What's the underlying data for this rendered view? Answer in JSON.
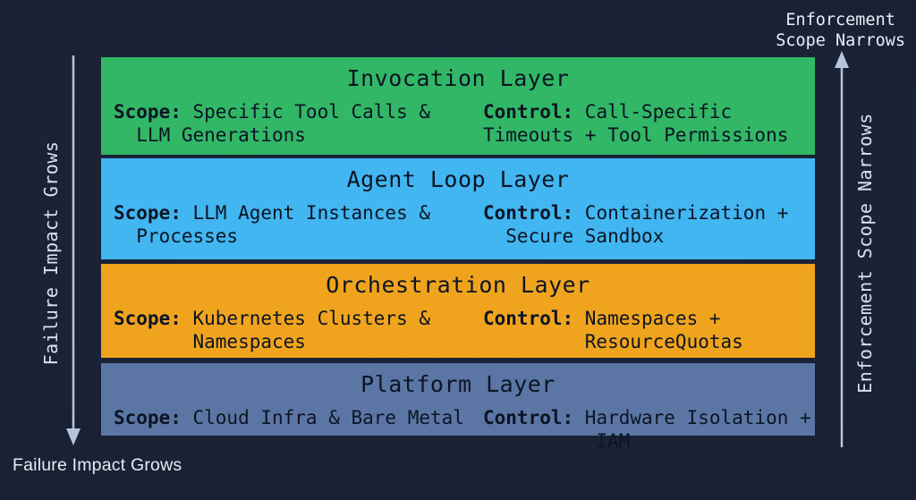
{
  "page": {
    "colors": {
      "background": "#1a2135",
      "arrow": "#b7c5db",
      "side_label_text": "#d9e1ee",
      "caption_text": "#eaeef6",
      "layer_text": "#0d1424"
    },
    "top_right_caption": {
      "line1": "Enforcement",
      "line2": "Scope Narrows"
    },
    "bottom_left_caption": "Failure Impact Grows",
    "left_axis": {
      "label": "Failure Impact Grows",
      "arrow_direction": "down"
    },
    "right_axis": {
      "label": "Enforcement Scope Narrows",
      "arrow_direction": "up"
    }
  },
  "layers": [
    {
      "title": "Invocation Layer",
      "color": "#31b766",
      "scope_label": "Scope:",
      "scope_text": " Specific Tool Calls &\n  LLM Generations",
      "control_label": "Control:",
      "control_text": " Call-Specific\nTimeouts + Tool Permissions"
    },
    {
      "title": "Agent Loop Layer",
      "color": "#41b6f0",
      "scope_label": "Scope:",
      "scope_text": " LLM Agent Instances &\n  Processes",
      "control_label": "Control:",
      "control_text": " Containerization +\n  Secure Sandbox"
    },
    {
      "title": "Orchestration Layer",
      "color": "#f0a41d",
      "scope_label": "Scope:",
      "scope_text": " Kubernetes Clusters &\n       Namespaces",
      "control_label": "Control:",
      "control_text": " Namespaces +\n         ResourceQuotas"
    },
    {
      "title": "Platform Layer",
      "color": "#5b76a4",
      "scope_label": "Scope:",
      "scope_text": " Cloud Infra & Bare Metal",
      "control_label": "Control:",
      "control_text": " Hardware Isolation +\n          IAM"
    }
  ]
}
